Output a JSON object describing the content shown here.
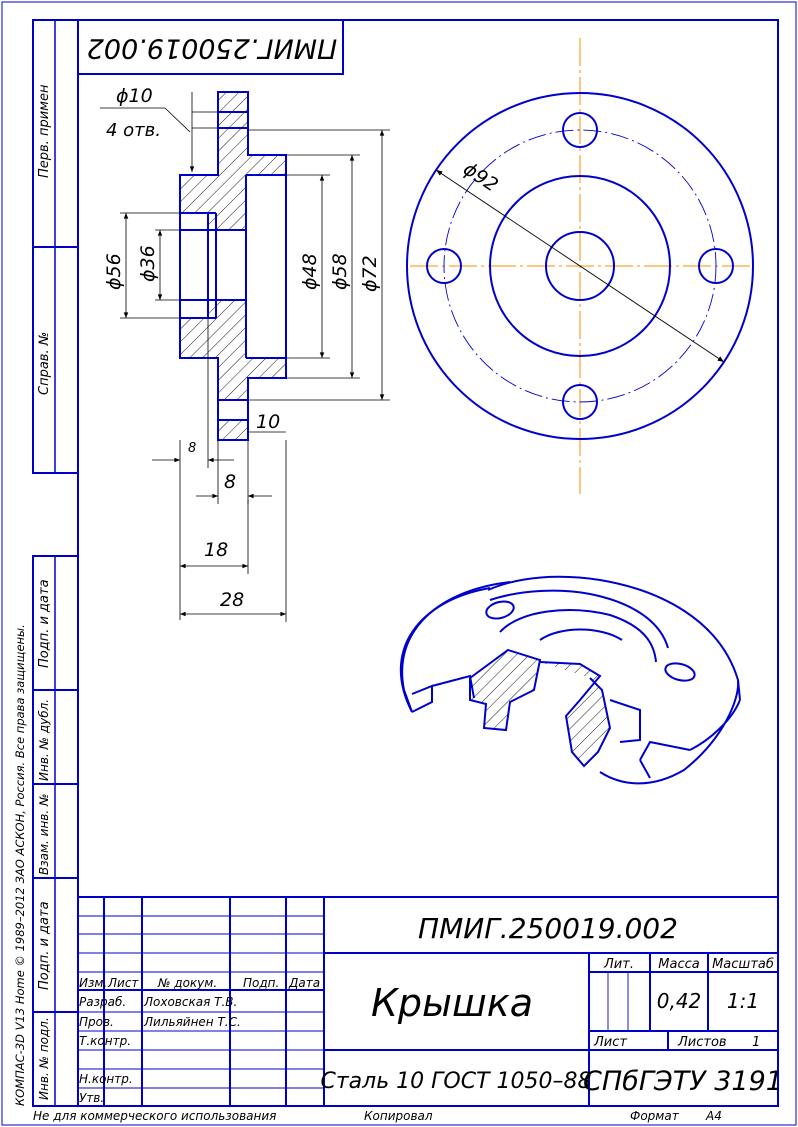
{
  "colors": {
    "contour": "#0000cc",
    "thin": "#000000",
    "axis": "#ff8c00",
    "frame": "#0000cc"
  },
  "stamp_top_rotated": "ПМИГ.250019.002",
  "side_labels": {
    "perv_primen": "Перв. примен",
    "sprav": "Справ. №",
    "podp_data_1": "Подп. и дата",
    "inv_dubl": "Инв. № дубл.",
    "vzam_inv": "Взам. инв. №",
    "podp_data_2": "Подп. и дата",
    "inv_podl": "Инв. № подл.",
    "copyright": "КОМПАС-3D V13 Home © 1989–2012 ЗАО АСКОН, Россия. Все права защищены."
  },
  "section_view": {
    "hole_dia": "ϕ10",
    "hole_count": "4 отв.",
    "d56": "ϕ56",
    "d36": "ϕ36",
    "d48": "ϕ48",
    "d58": "ϕ58",
    "d72": "ϕ72",
    "t10": "10",
    "t8_small": "8",
    "t8": "8",
    "t18": "18",
    "t28": "28"
  },
  "front_view": {
    "d92": "ϕ92"
  },
  "title_block": {
    "designation": "ПМИГ.250019.002",
    "name": "Крышка",
    "material": "Сталь 10  ГОСТ 1050–88",
    "organization": "СПбГЭТУ 3191",
    "hdr_lit": "Лит.",
    "hdr_massa": "Масса",
    "hdr_masshtab": "Масштаб",
    "massa": "0,42",
    "masshtab": "1:1",
    "list_label": "Лист",
    "listov_label": "Листов",
    "listov": "1",
    "izm": "Изм.",
    "list": "Лист",
    "n_dokum": "№ докум.",
    "podp": "Подп.",
    "data": "Дата",
    "razrab": "Разраб.",
    "razrab_name": "Лоховская Т.В.",
    "prov": "Пров.",
    "prov_name": "Лильяйнен Т.С.",
    "tkontr": "Т.контр.",
    "nkontr": "Н.контр.",
    "utv": "Утв."
  },
  "footer": {
    "non_commercial": "Не для коммерческого использования",
    "copied": "Копировал",
    "format": "Формат",
    "format_value": "А4"
  }
}
